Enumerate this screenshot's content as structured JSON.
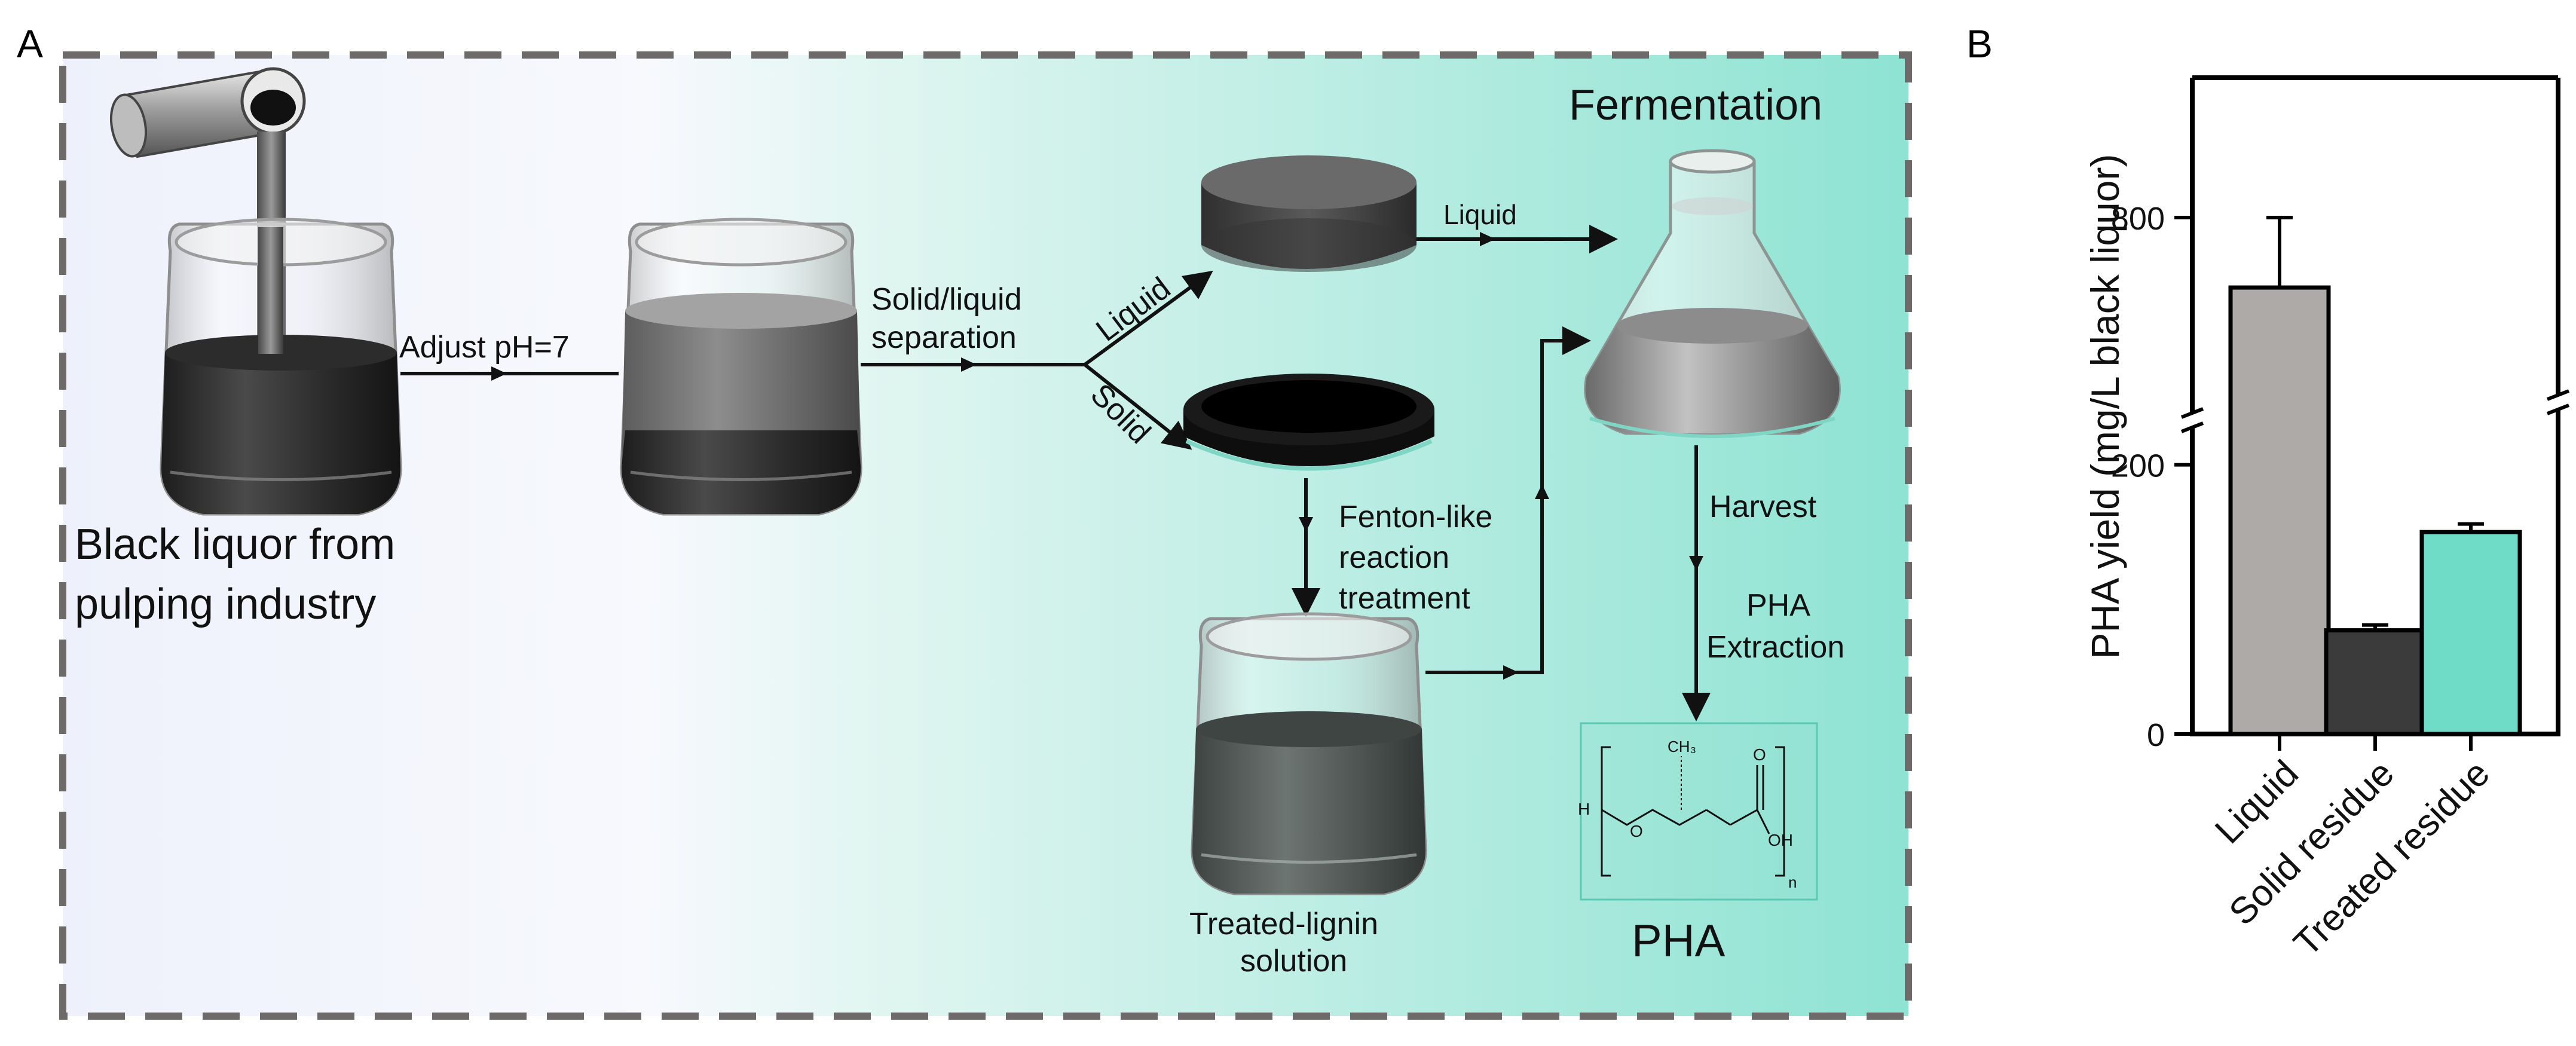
{
  "panel_a": {
    "letter": "A",
    "source_label_line1": "Black liquor from",
    "source_label_line2": "pulping industry",
    "step_adjust_ph": "Adjust pH=7",
    "step_separation_line1": "Solid/liquid",
    "step_separation_line2": "separation",
    "branch_liquid": "Liquid",
    "branch_solid": "Solid",
    "arrow_liquid": "Liquid",
    "fenton_line1": "Fenton-like",
    "fenton_line2": "reaction",
    "fenton_line3": "treatment",
    "treated_line1": "Treated-lignin",
    "treated_line2": "solution",
    "fermentation": "Fermentation",
    "harvest": "Harvest",
    "extraction_line1": "PHA",
    "extraction_line2": "Extraction",
    "product": "PHA",
    "structure": {
      "methyl": "CH₃",
      "h": "H",
      "o": "O",
      "carbonyl_o": "O",
      "oh": "OH",
      "n": "n"
    },
    "colors": {
      "gradient_start": "#eef1fb",
      "gradient_end": "#8ee3d3",
      "border": "#6f6a6a",
      "dark_liquid": "#3a3a3a"
    }
  },
  "panel_b": {
    "letter": "B"
  },
  "chart_data": {
    "type": "bar",
    "categories": [
      "Liquid",
      "Solid residue",
      "Treated residue"
    ],
    "values": [
      700,
      77,
      150
    ],
    "errors": [
      100,
      4,
      6
    ],
    "colors": [
      "#aeaaa8",
      "#3b3b3b",
      "#6fdcc7"
    ],
    "ylabel": "PHA yield (mg/L black liquor)",
    "yticks": [
      0,
      200,
      800
    ],
    "broken_axis": {
      "lower": [
        0,
        230
      ],
      "upper": [
        530,
        1000
      ]
    },
    "grid": false,
    "legend": "none"
  }
}
